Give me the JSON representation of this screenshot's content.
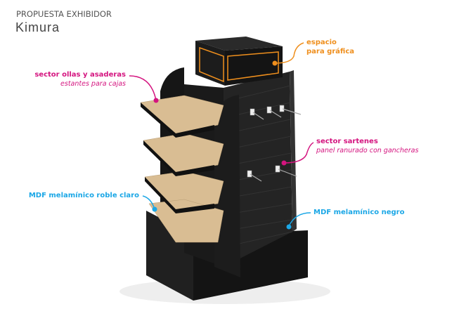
{
  "header": {
    "subtitle": "PROPUESTA EXHIBIDOR",
    "title": "Kimura"
  },
  "labels": {
    "ollas": {
      "title": "sector ollas y asaderas",
      "sub": "estantes para cajas"
    },
    "grafica": {
      "line1": "espacio",
      "line2": "para gráfica"
    },
    "sartenes": {
      "title": "sector sartenes",
      "sub": "panel ranurado con gancheras"
    },
    "roble": {
      "title": "MDF melamínico roble claro"
    },
    "negro": {
      "title": "MDF melamínico negro"
    }
  },
  "colors": {
    "magenta": "#d4147f",
    "orange": "#ef8f1d",
    "cyan": "#1ba7e6",
    "wood": "#d9bd93",
    "black": "#1e1e1e"
  }
}
